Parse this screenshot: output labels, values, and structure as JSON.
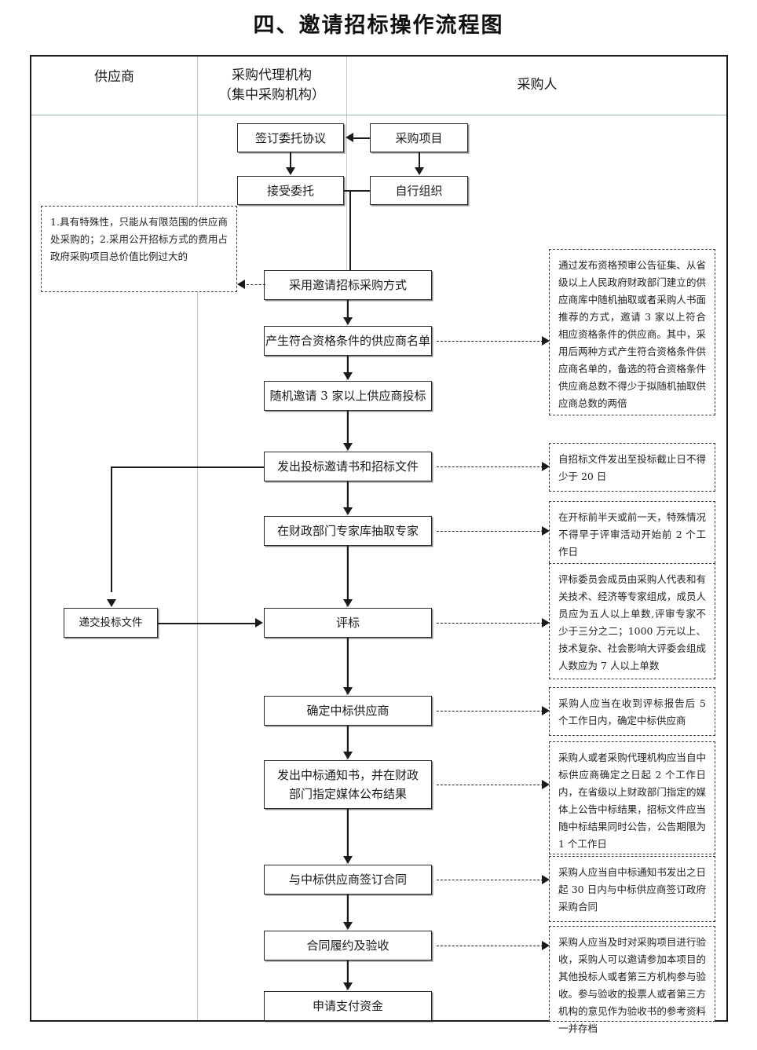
{
  "title": "四、邀请招标操作流程图",
  "columns": [
    {
      "label": "供应商"
    },
    {
      "label": "采购代理机构",
      "label2": "（集中采购机构）"
    },
    {
      "label": "采购人"
    }
  ],
  "nodes": {
    "sign_entrust": "签订委托协议",
    "purchase_project": "采购项目",
    "accept_entrust": "接受委托",
    "self_organize": "自行组织",
    "adopt_invitation": "采用邀请招标采购方式",
    "generate_list": "产生符合资格条件的供应商名单",
    "invite_three": "随机邀请 3 家以上供应商投标",
    "issue_invitation_docs": "发出投标邀请书和招标文件",
    "draw_experts": "在财政部门专家库抽取专家",
    "submit_bid": "递交投标文件",
    "bid_evaluation": "评标",
    "determine_winner": "确定中标供应商",
    "issue_notice": "发出中标通知书，并在财政部门指定媒体公布结果",
    "sign_contract": "与中标供应商签订合同",
    "perform_accept": "合同履约及验收",
    "apply_payment": "申请支付资金"
  },
  "notes": {
    "conditions": "1.具有特殊性，只能从有限范围的供应商处采购的；2.采用公开招标方式的费用占政府采购项目总价值比例过大的",
    "supplier_source": "通过发布资格预审公告征集、从省级以上人民政府财政部门建立的供应商库中随机抽取或者采购人书面推荐的方式，邀请 3 家以上符合相应资格条件的供应商。其中，采用后两种方式产生符合资格条件供应商名单的，备选的符合资格条件供应商总数不得少于拟随机抽取供应商总数的两倍",
    "bid_deadline": "自招标文件发出至投标截止日不得少于 20 日",
    "expert_timing": "在开标前半天或前一天，特殊情况不得早于评审活动开始前 2 个工作日",
    "committee": "评标委员会成员由采购人代表和有关技术、经济等专家组成，成员人员应为五人以上单数,评审专家不少于三分之二；1000 万元以上、技术复杂、社会影响大评委会组成人数应为 7 人以上单数",
    "winner_days": "采购人应当在收到评标报告后 5 个工作日内，确定中标供应商",
    "announce_result": "采购人或者采购代理机构应当自中标供应商确定之日起 2 个工作日内，在省级以上财政部门指定的媒体上公告中标结果，招标文件应当随中标结果同时公告，公告期限为 1 个工作日",
    "contract_days": "采购人应当自中标通知书发出之日起 30 日内与中标供应商签订政府采购合同",
    "acceptance": "采购人应当及时对采购项目进行验收，采购人可以邀请参加本项目的其他投标人或者第三方机构参与验收。参与验收的投票人或者第三方机构的意见作为验收书的参考资料一并存档"
  },
  "colors": {
    "line": "#1b1b1b",
    "divider": "#b9ccd6",
    "note_border": "#3a3a3a"
  }
}
